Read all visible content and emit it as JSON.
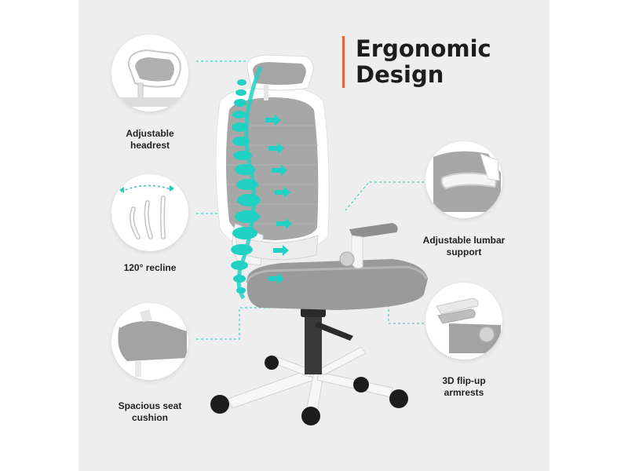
{
  "title": {
    "line1": "Ergonomic",
    "line2": "Design"
  },
  "features": [
    {
      "line1": "Adjustable",
      "line2": "headrest",
      "icon": "headrest-icon"
    },
    {
      "line1": "120° recline",
      "line2": "",
      "icon": "recline-icon"
    },
    {
      "line1": "Spacious seat",
      "line2": "cushion",
      "icon": "seat-cushion-icon"
    },
    {
      "line1": "Adjustable lumbar",
      "line2": "support",
      "icon": "lumbar-icon"
    },
    {
      "line1": "3D flip-up",
      "line2": "armrests",
      "icon": "armrest-icon"
    }
  ],
  "colors": {
    "accent": "#e8603c",
    "spine": "#21d1c3",
    "frame": "#ffffff",
    "mesh": "#9a9a9a",
    "background": "#eeeeee"
  }
}
